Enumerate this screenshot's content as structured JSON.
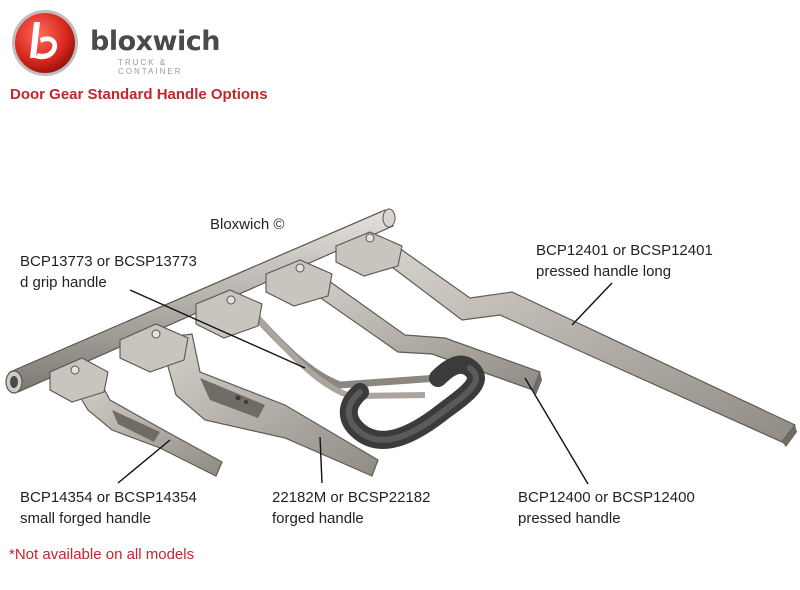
{
  "brand": {
    "name": "bloxwich",
    "tagline": "TRUCK & CONTAINER",
    "accent_color": "#c1272d"
  },
  "title": "Door Gear Standard Handle Options",
  "copyright": "Bloxwich ©",
  "labels": {
    "d_grip": {
      "line1": "BCP13773 or BCSP13773",
      "line2": "d grip handle"
    },
    "pressed_long": {
      "line1": "BCP12401 or BCSP12401",
      "line2": "pressed handle long"
    },
    "small_forged": {
      "line1": "BCP14354 or BCSP14354",
      "line2": "small forged handle"
    },
    "forged": {
      "line1": "22182M or BCSP22182",
      "line2": "forged handle"
    },
    "pressed": {
      "line1": "BCP12400 or BCSP12400",
      "line2": "pressed handle"
    }
  },
  "note": "*Not available on all models"
}
